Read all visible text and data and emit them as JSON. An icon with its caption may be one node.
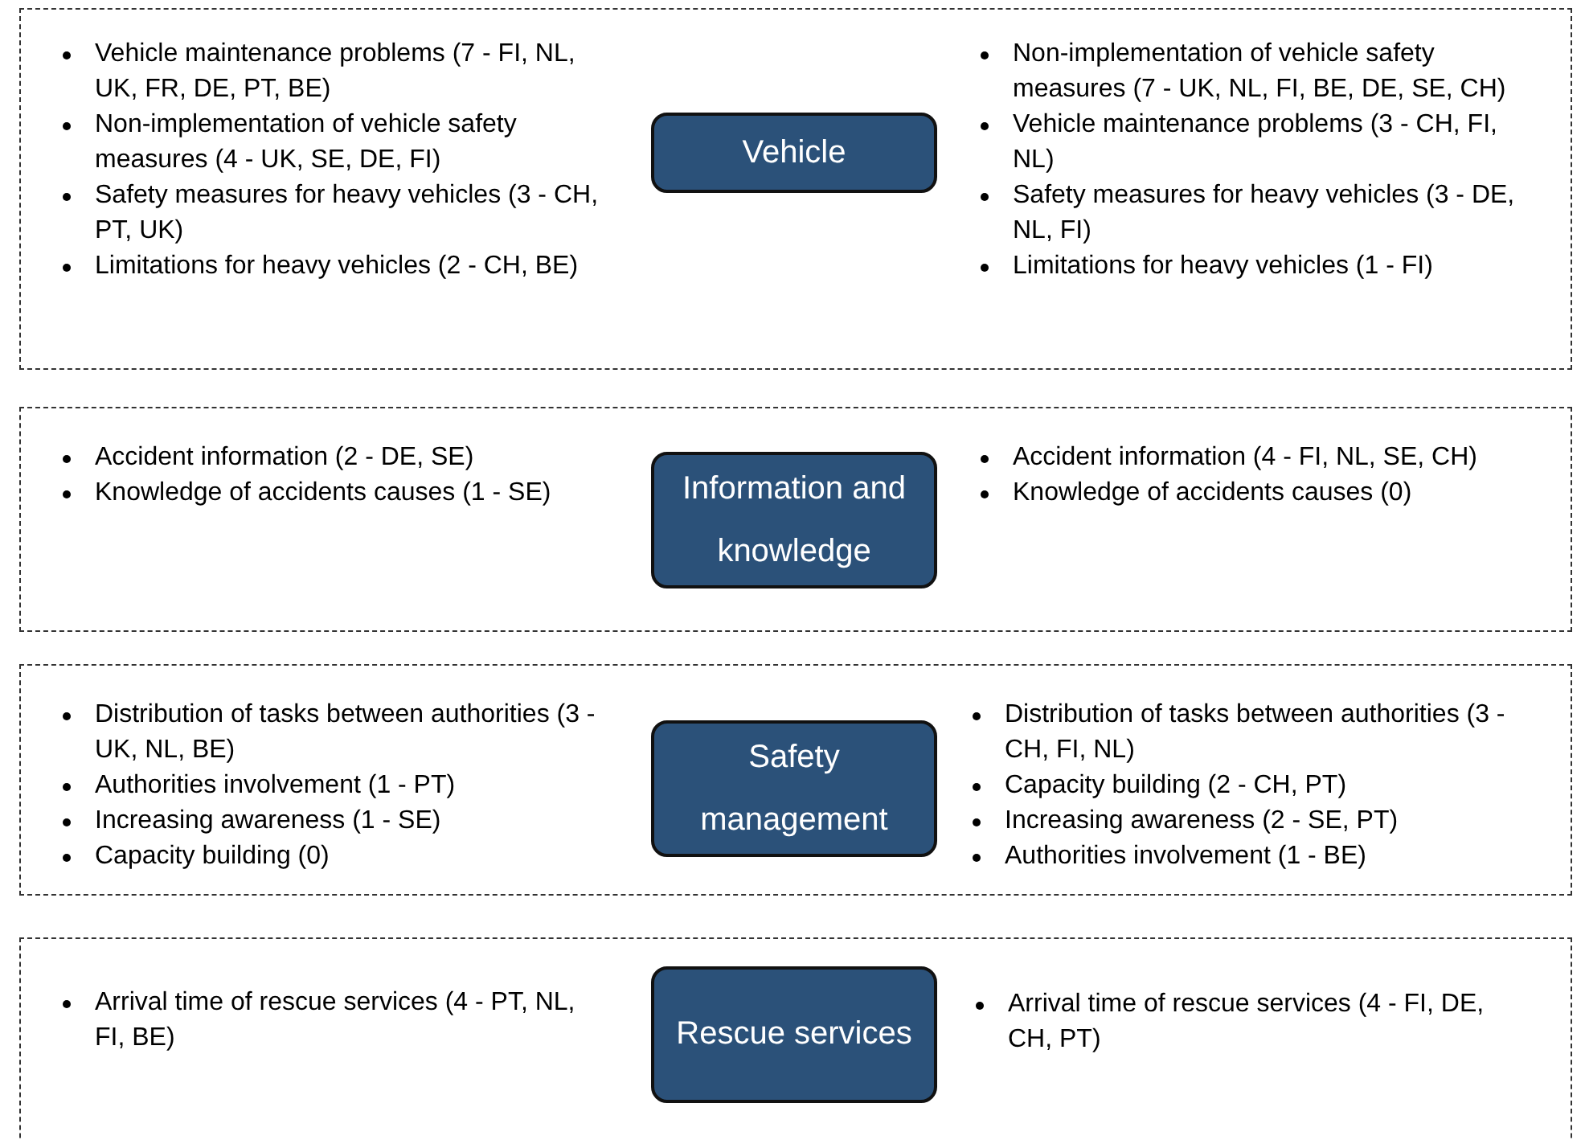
{
  "diagram": {
    "nodes": [
      {
        "text": [],
        "shape": "box"
      },
      {
        "text": [
          "Vehicle"
        ],
        "in": 0
      },
      {
        "text": [],
        "shape": "box"
      },
      {
        "text": [
          "Information and knowledge"
        ],
        "in": 2
      },
      {
        "text": [],
        "shape": "box"
      },
      {
        "text": [
          "Safety management"
        ],
        "in": 4
      },
      {
        "text": [],
        "shape": "box"
      },
      {
        "text": [
          "Rescue services"
        ],
        "in": 6
      }
    ],
    "labels": [
      "Vehicle maintenance problems (7 - FI, NL, UK, FR, DE, PT, BE)",
      "Non-implementation of vehicle safety measures (4 - UK, SE, DE, FI)",
      "Safety measures for heavy vehicles (3 - CH, PT, UK)",
      "Limitations for heavy vehicles (2 - CH, BE)",
      "Non-implementation of vehicle safety measures (7 - UK, NL, FI, BE, DE, SE, CH)",
      "Vehicle maintenance problems (3 - CH, FI, NL)",
      "Safety measures for heavy vehicles (3 - DE, NL, FI)",
      "Limitations for heavy vehicles (1 - FI)",
      "Accident information (2 - DE, SE)",
      "Knowledge of accidents causes (1 - SE)",
      "Accident information (4 - FI, NL, SE, CH)",
      "Knowledge of accidents causes (0)",
      "Distribution of tasks between authorities (3 - UK, NL, BE)",
      "Authorities involvement (1 - PT)",
      "Increasing awareness (1 - SE)",
      "Capacity building (0)",
      "Distribution of tasks between authorities (3 - CH, FI, NL)",
      "Capacity building (2 - CH, PT)",
      "Increasing awareness (2 - SE, PT)",
      "Authorities involvement (1 - BE)",
      "Arrival time of rescue services (4 - PT, NL, FI, BE)",
      "Arrival time of rescue services (4 - FI, DE, CH, PT)"
    ]
  }
}
